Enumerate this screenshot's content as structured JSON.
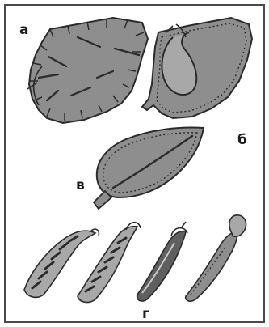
{
  "figure": {
    "panels": [
      {
        "id": "a",
        "label": "а"
      },
      {
        "id": "b",
        "label": "б"
      },
      {
        "id": "v",
        "label": "в"
      },
      {
        "id": "g",
        "label": "г"
      }
    ]
  },
  "colors": {
    "background": "#ffffff",
    "frame": "#4a4a4a",
    "leaf_fill": "#8e8e8e",
    "leaf_fill_light": "#a8a8a8",
    "stitch": "#2b2b2b",
    "shade": "#5f5f5f",
    "text": "#1a1a1a"
  }
}
